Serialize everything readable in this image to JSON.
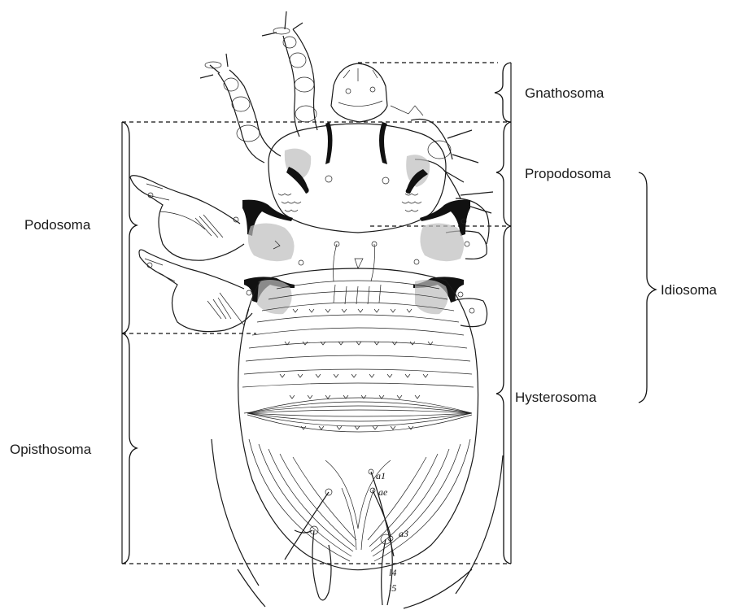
{
  "regions": {
    "gnathosoma": "Gnathosoma",
    "propodosoma": "Propodosoma",
    "podosoma": "Podosoma",
    "idiosoma": "Idiosoma",
    "hysterosoma": "Hysterosoma",
    "opisthosoma": "Opisthosoma"
  },
  "setae": {
    "a1": "a1",
    "ae": "ae",
    "a3": "a3",
    "l4": "l4",
    "l5": "l5"
  }
}
